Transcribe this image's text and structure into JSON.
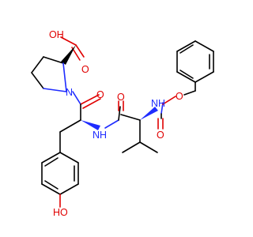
{
  "diagram": {
    "type": "chemical-structure",
    "atom_labels": {
      "carboxyl_oh": "OH",
      "carboxyl_o": "O",
      "proline_n": "N",
      "proline_amide_o": "O",
      "tyr_nh": "NH",
      "val_amide_o": "O",
      "cbz_nh": "NH",
      "carbamate_o": "O",
      "ester_o": "O",
      "phenol_ho": "HO"
    },
    "colors": {
      "bond": "#000000",
      "oxygen": "#e00000",
      "nitrogen": "#1f2cff",
      "background": "#ffffff"
    }
  }
}
